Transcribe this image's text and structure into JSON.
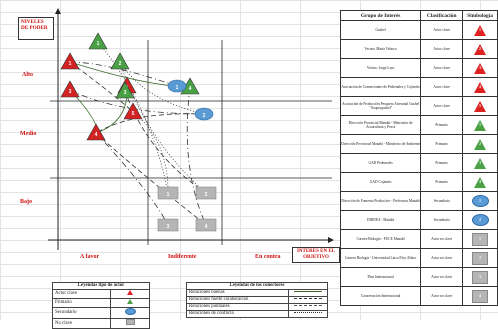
{
  "axes": {
    "power_title": "NIVELES DE PODER",
    "power_levels": [
      "Alto",
      "Medio",
      "Bajo"
    ],
    "interest_levels": [
      "A favor",
      "Indiferente",
      "En contra"
    ],
    "interest_title": "INTERÉS EN EL OBJETIVO"
  },
  "table": {
    "headers": [
      "Grupo de Interés",
      "Clasificación",
      "Simbología"
    ],
    "rows": [
      {
        "name": "Gushel",
        "cls": "Actor clave",
        "shape": "triangle",
        "color": "#d22222",
        "num": "1"
      },
      {
        "name": "Vecino: María Velasco",
        "cls": "Actor clave",
        "shape": "triangle",
        "color": "#d22222",
        "num": "2"
      },
      {
        "name": "Vecino: Jorge Loor",
        "cls": "Actor clave",
        "shape": "triangle",
        "color": "#d22222",
        "num": "3"
      },
      {
        "name": "Asociación de Comerciantes de Pedernales y Cojimíes",
        "cls": "Actor clave",
        "shape": "triangle",
        "color": "#d22222",
        "num": "4"
      },
      {
        "name": "Asociación de Producción Pesquera Artesanal Gushel \"Asoprogushel\"",
        "cls": "Actor clave",
        "shape": "triangle",
        "color": "#d22222",
        "num": "5"
      },
      {
        "name": "Dirección Provincial Manabí - Ministerio de Acuacultura y Pesca",
        "cls": "Primario",
        "shape": "triangle",
        "color": "#4aa045",
        "num": "1"
      },
      {
        "name": "Dirección Provincial Manabí - Ministerio de Ambiente",
        "cls": "Primario",
        "shape": "triangle",
        "color": "#4aa045",
        "num": "2"
      },
      {
        "name": "GAD Pedernales",
        "cls": "Primario",
        "shape": "triangle",
        "color": "#4aa045",
        "num": "3"
      },
      {
        "name": "GAD Cojimíes",
        "cls": "Primario",
        "shape": "triangle",
        "color": "#4aa045",
        "num": "4"
      },
      {
        "name": "Dirección de Fomento Productivo - Prefectura Manabí",
        "cls": "Secundario",
        "shape": "ellipse",
        "color": "#5b9bd5",
        "num": "1"
      },
      {
        "name": "DIRNEA - Manabí",
        "cls": "Secundario",
        "shape": "ellipse",
        "color": "#5b9bd5",
        "num": "2"
      },
      {
        "name": "Carrera Biología - PUCE Manabí",
        "cls": "Actor no clave",
        "shape": "square",
        "color": "#b5b5b5",
        "num": "1"
      },
      {
        "name": "Carrera Biología - Universidad Laica Eloy Alfaro",
        "cls": "Actor no clave",
        "shape": "square",
        "color": "#b5b5b5",
        "num": "2"
      },
      {
        "name": "Plan Internacional",
        "cls": "Actor no clave",
        "shape": "square",
        "color": "#b5b5b5",
        "num": "3"
      },
      {
        "name": "Conservación Internacional",
        "cls": "Actor no clave",
        "shape": "square",
        "color": "#b5b5b5",
        "num": "4"
      }
    ]
  },
  "nodes": [
    {
      "id": "r1",
      "shape": "triangle",
      "color": "#d22222",
      "num": "1"
    },
    {
      "id": "r2",
      "shape": "triangle",
      "color": "#d22222",
      "num": "2"
    },
    {
      "id": "r3",
      "shape": "triangle",
      "color": "#d22222",
      "num": "3"
    },
    {
      "id": "r4",
      "shape": "triangle",
      "color": "#d22222",
      "num": "4"
    },
    {
      "id": "r5",
      "shape": "triangle",
      "color": "#d22222",
      "num": "5"
    },
    {
      "id": "g1",
      "shape": "triangle",
      "color": "#4aa045",
      "num": "1"
    },
    {
      "id": "g2",
      "shape": "triangle",
      "color": "#4aa045",
      "num": "2"
    },
    {
      "id": "g3",
      "shape": "triangle",
      "color": "#4aa045",
      "num": "3"
    },
    {
      "id": "g4",
      "shape": "triangle",
      "color": "#4aa045",
      "num": "4"
    },
    {
      "id": "b1",
      "shape": "ellipse",
      "color": "#5b9bd5",
      "num": "1"
    },
    {
      "id": "b2",
      "shape": "ellipse",
      "color": "#5b9bd5",
      "num": "2"
    },
    {
      "id": "s1",
      "shape": "square",
      "color": "#b5b5b5",
      "num": "1"
    },
    {
      "id": "s2",
      "shape": "square",
      "color": "#b5b5b5",
      "num": "2"
    },
    {
      "id": "s3",
      "shape": "square",
      "color": "#b5b5b5",
      "num": "3"
    },
    {
      "id": "s4",
      "shape": "square",
      "color": "#b5b5b5",
      "num": "4"
    }
  ],
  "legend_actor": {
    "title": "Leyendas tipo de actor",
    "items": [
      {
        "label": "Actor clave",
        "shape": "triangle-red"
      },
      {
        "label": "Primario",
        "shape": "triangle-green"
      },
      {
        "label": "Secundario",
        "shape": "ellipse"
      },
      {
        "label": "No clave",
        "shape": "square"
      }
    ]
  },
  "legend_links": {
    "title": "Leyendas de los conectores",
    "items": [
      {
        "label": "Relaciones buenas",
        "style": "solid",
        "color": "#3a6b2a"
      },
      {
        "label": "Relaciones fuerte colaboración",
        "style": "dash",
        "color": "#333333"
      },
      {
        "label": "Relaciones puntuales",
        "style": "dashdot",
        "color": "#333333"
      },
      {
        "label": "Relaciones de conflicto",
        "style": "dot",
        "color": "#333333"
      }
    ]
  }
}
